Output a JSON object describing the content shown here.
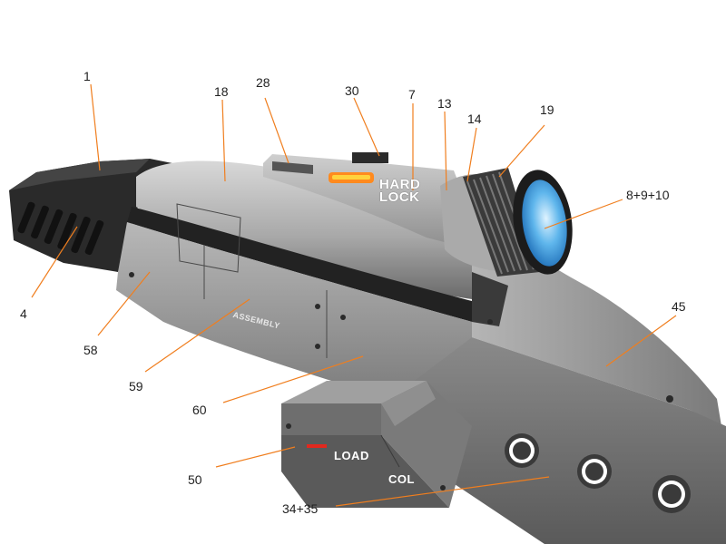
{
  "colors": {
    "body_light": "#c9c9c9",
    "body_mid": "#9a9a9a",
    "body_dark": "#5a5a5a",
    "grip_black": "#2b2b2b",
    "lens_blue": "#4aa7e6",
    "leader": "#f07e1e",
    "hardlock_glow": "#ff8a1e",
    "load_red": "#e2281e"
  },
  "callouts": {
    "c1": "1",
    "c18": "18",
    "c28": "28",
    "c30": "30",
    "c7": "7",
    "c13": "13",
    "c14": "14",
    "c19": "19",
    "c8_9_10": "8+9+10",
    "c4": "4",
    "c58": "58",
    "c45": "45",
    "c59": "59",
    "c60": "60",
    "c50": "50",
    "c34_35": "34+35"
  },
  "decals": {
    "hard": "HARD",
    "lock": "LOCK",
    "assembly": "ASSEMBLY",
    "load": "LOAD",
    "col": "COL"
  }
}
